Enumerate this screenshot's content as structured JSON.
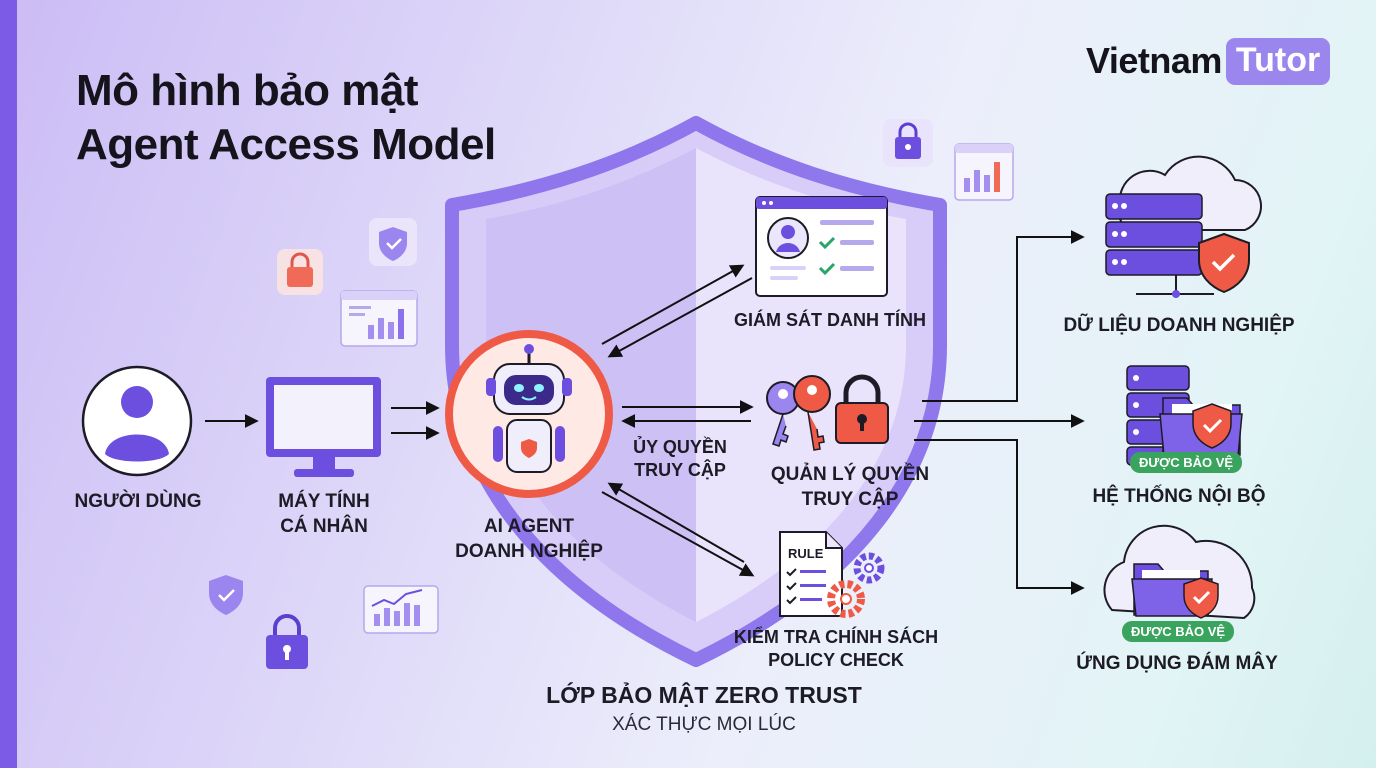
{
  "title_line1": "Mô hình bảo mật",
  "title_line2": "Agent Access Model",
  "logo": {
    "part1": "Vietnam",
    "part2": "Tutor"
  },
  "nodes": {
    "user": "NGƯỜI DÙNG",
    "pc_line1": "MÁY TÍNH",
    "pc_line2": "CÁ NHÂN",
    "agent_line1": "AI AGENT",
    "agent_line2": "DOANH NGHIỆP",
    "identity": "GIÁM SÁT DANH TÍNH",
    "delegate_line1": "ỦY QUYỀN",
    "delegate_line2": "TRUY CẬP",
    "access_line1": "QUẢN LÝ QUYỀN",
    "access_line2": "TRUY CẬP",
    "policy_line1": "KIỂM TRA CHÍNH SÁCH",
    "policy_line2": "POLICY CHECK",
    "policy_doc_label": "RULE",
    "data": "DỮ LIỆU DOANH NGHIỆP",
    "internal": "HỆ THỐNG NỘI BỘ",
    "cloud": "ỨNG DỤNG ĐÁM MÂY"
  },
  "badges": {
    "internal": "ĐƯỢC BẢO VỆ",
    "cloud": "ĐƯỢC BẢO VỆ"
  },
  "layer": {
    "title": "LỚP BẢO MẬT ZERO TRUST",
    "subtitle": "XÁC THỰC MỌI LÚC"
  },
  "colors": {
    "accent": "#6d4fe0",
    "danger": "#ef5a46",
    "protected": "#3aa35e",
    "ink": "#1d1b26"
  },
  "icons": [
    "user-icon",
    "monitor-icon",
    "robot-icon",
    "id-card-icon",
    "keys-icon",
    "padlock-icon",
    "rule-doc-icon",
    "gear-icon",
    "server-icon",
    "cloud-icon",
    "folder-icon",
    "shield-check-icon",
    "chart-icon"
  ]
}
